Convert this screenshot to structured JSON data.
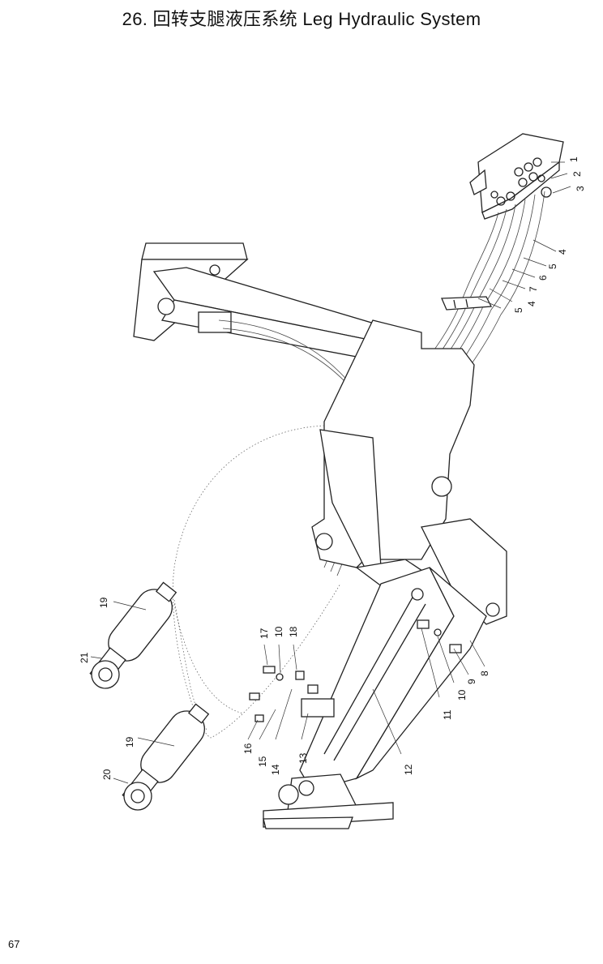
{
  "title": "26.  回转支腿液压系统  Leg Hydraulic System",
  "page_number": "67",
  "callouts": [
    "1",
    "2",
    "3",
    "4",
    "5",
    "6",
    "7",
    "4",
    "5",
    "8",
    "9",
    "10",
    "11",
    "12",
    "13",
    "14",
    "15",
    "16",
    "17",
    "10",
    "18",
    "19",
    "19",
    "20",
    "21"
  ]
}
